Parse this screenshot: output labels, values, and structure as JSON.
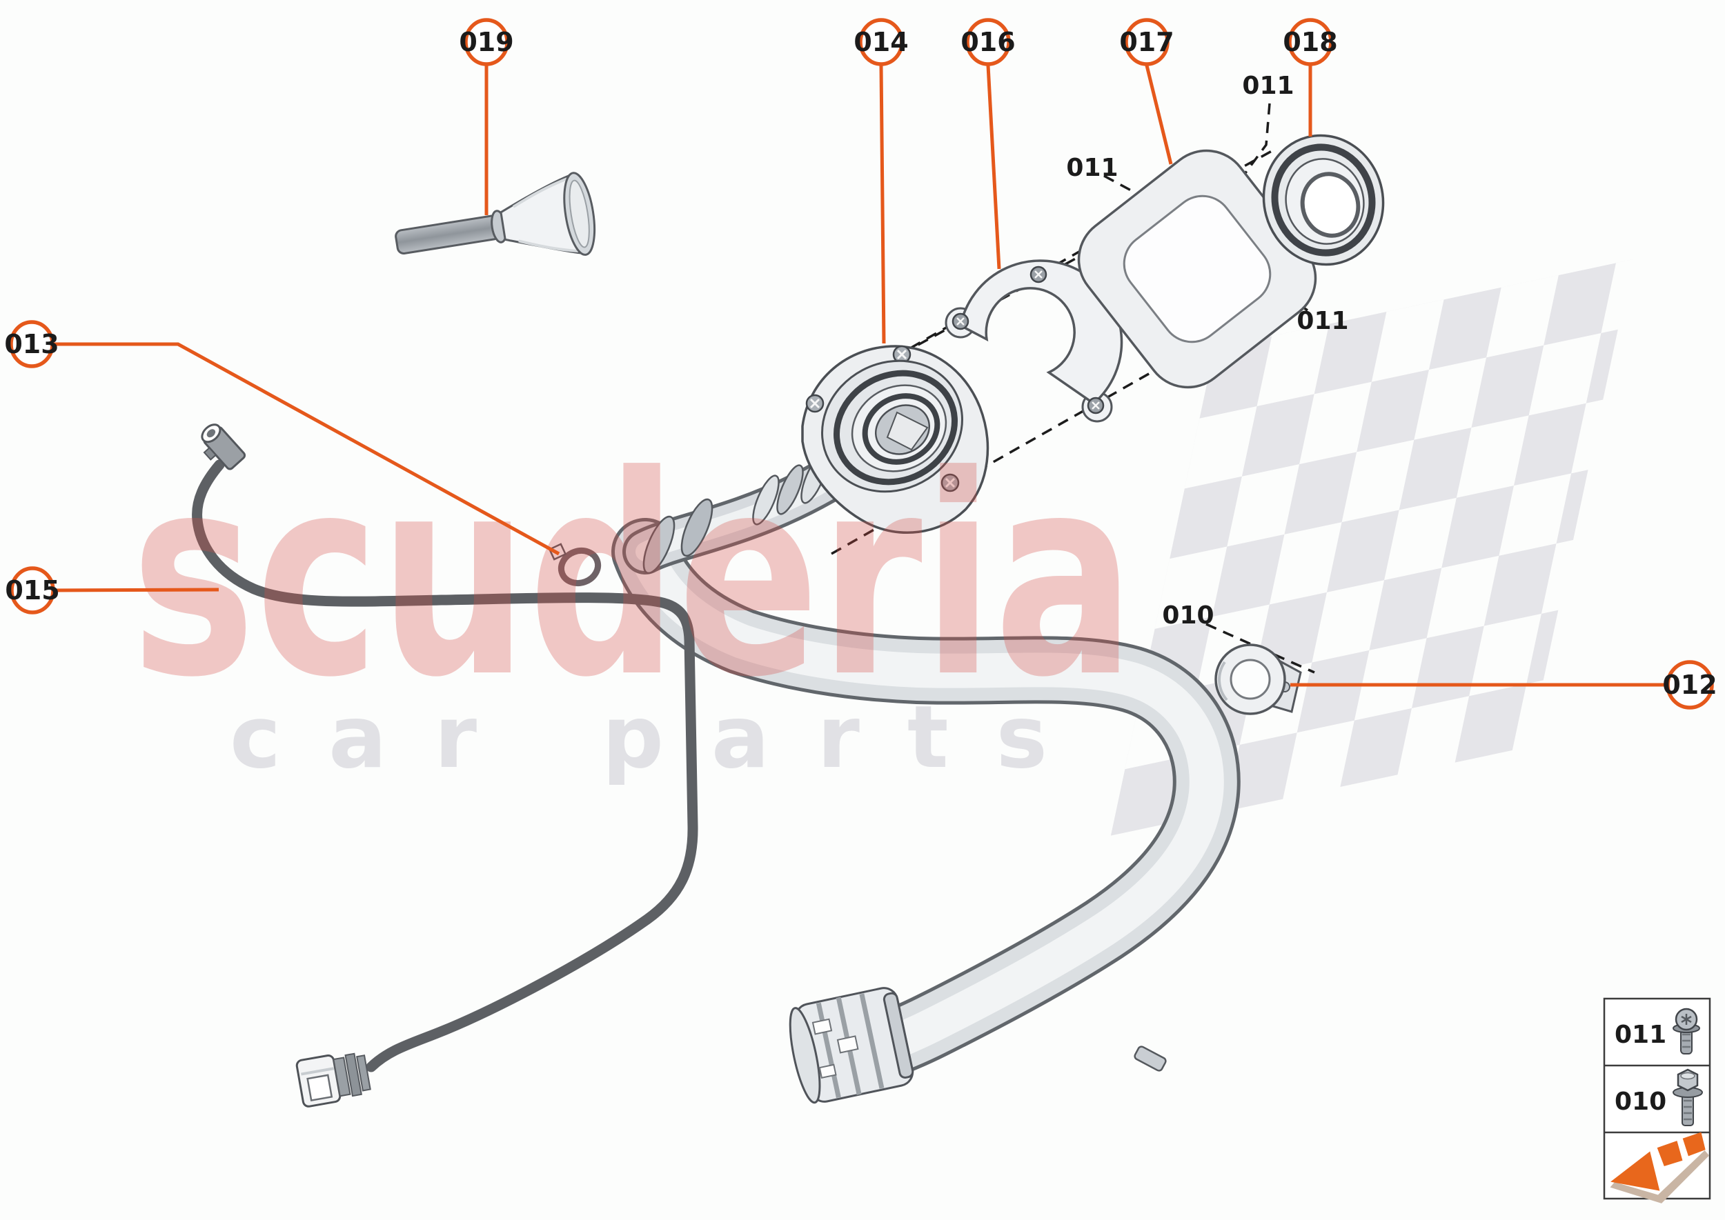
{
  "watermark": {
    "brand": "scuderia",
    "tagline": "car parts",
    "brand_color": "#D34B44",
    "tagline_color": "#DCDCE0"
  },
  "callouts": {
    "c019": "019",
    "c013": "013",
    "c015": "015",
    "c014": "014",
    "c016": "016",
    "c017": "017",
    "c018": "018",
    "c012": "012"
  },
  "part_labels": {
    "l011_top": "011",
    "l011_mid": "011",
    "l011_right": "011",
    "l010": "010"
  },
  "legend": {
    "screw_row": "011",
    "bolt_row": "010"
  },
  "colors": {
    "accent_orange": "#E5581B",
    "dash_black": "#1c1c1c",
    "checker_gray": "#e3e3e7",
    "part_outline": "#4b4f54",
    "hose_gray": "#5d6064"
  }
}
